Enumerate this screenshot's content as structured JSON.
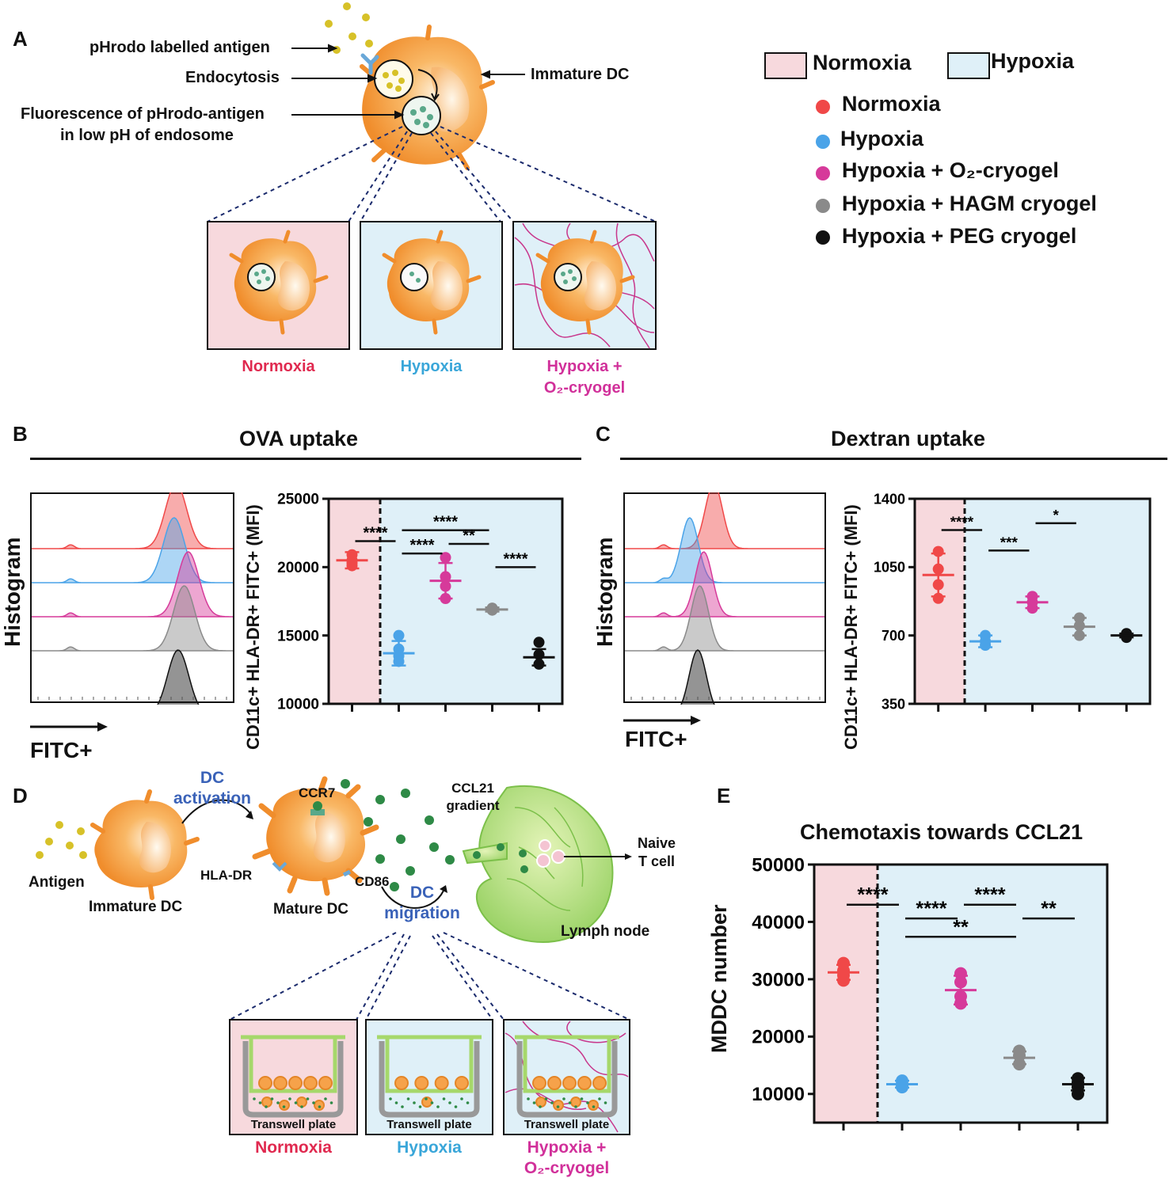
{
  "panels": {
    "A": "A",
    "B": "B",
    "C": "C",
    "D": "D",
    "E": "E"
  },
  "colors": {
    "normoxia": "#f04848",
    "hypoxia": "#4aa3e8",
    "o2_cryogel": "#d63a9a",
    "hagm": "#8a8a8a",
    "peg": "#111111",
    "normoxia_bg": "#f7d9dd",
    "hypoxia_bg": "#dff0f8",
    "cell_orange": "#f6a24a",
    "text_normoxia": "#e0294f",
    "text_hypoxia": "#39a6d9",
    "text_cryogel": "#d1309a",
    "text_blue": "#3a62b8"
  },
  "panelA": {
    "label_antigen": "pHrodo labelled antigen",
    "label_endocytosis": "Endocytosis",
    "label_fluorescence_1": "Fluorescence of pHrodo-antigen",
    "label_fluorescence_2": "in low pH of endosome",
    "label_immature": "Immature DC",
    "cond_normoxia": "Normoxia",
    "cond_hypoxia": "Hypoxia",
    "cond_cryogel_1": "Hypoxia +",
    "cond_cryogel_2": "O₂-cryogel"
  },
  "legend": {
    "bg_normoxia": "Normoxia",
    "bg_hypoxia": "Hypoxia",
    "items": [
      {
        "label": "Normoxia",
        "color": "#f04848"
      },
      {
        "label": "Hypoxia",
        "color": "#4aa3e8"
      },
      {
        "label": "Hypoxia + O₂-cryogel",
        "color": "#d63a9a"
      },
      {
        "label": "Hypoxia + HAGM cryogel",
        "color": "#8a8a8a"
      },
      {
        "label": "Hypoxia + PEG cryogel",
        "color": "#111111"
      }
    ]
  },
  "panelB": {
    "title": "OVA uptake",
    "hist_ylabel": "Histogram",
    "hist_xlabel": "FITC+"
  },
  "panelC": {
    "title": "Dextran uptake",
    "hist_ylabel": "Histogram",
    "hist_xlabel": "FITC+"
  },
  "panelD": {
    "dc_activation_1": "DC",
    "dc_activation_2": "activation",
    "ccr7": "CCR7",
    "ccl21_1": "CCL21",
    "ccl21_2": "gradient",
    "naive_1": "Naive",
    "naive_2": "T cell",
    "antigen": "Antigen",
    "immature": "Immature DC",
    "hla": "HLA-DR",
    "cd86": "CD86",
    "mature": "Mature DC",
    "migration_1": "DC",
    "migration_2": "migration",
    "lymph": "Lymph node",
    "transwell": "Transwell plate",
    "cond_normoxia": "Normoxia",
    "cond_hypoxia": "Hypoxia",
    "cond_cryogel_1": "Hypoxia +",
    "cond_cryogel_2": "O₂-cryogel"
  },
  "chart_data": [
    {
      "id": "B-scatter",
      "type": "scatter",
      "title": "OVA uptake",
      "ylabel": "CD11c+ HLA-DR+ FITC+ (MFI)",
      "ylim": [
        10000,
        25000
      ],
      "yticks": [
        "10000",
        "15000",
        "20000",
        "25000"
      ],
      "groups": [
        "Normoxia",
        "Hypoxia",
        "Hypoxia + O₂-cryogel",
        "Hypoxia + HAGM cryogel",
        "Hypoxia + PEG cryogel"
      ],
      "series": [
        {
          "color": "#f04848",
          "points": [
            20900,
            20500,
            20300,
            20100
          ],
          "mean": 20500,
          "sd": 600
        },
        {
          "color": "#4aa3e8",
          "points": [
            15000,
            14000,
            13500,
            13100
          ],
          "mean": 13700,
          "sd": 900
        },
        {
          "color": "#d63a9a",
          "points": [
            20700,
            19300,
            18600,
            17700
          ],
          "mean": 19000,
          "sd": 1300
        },
        {
          "color": "#8a8a8a",
          "points": [
            17000,
            16900,
            16850
          ],
          "mean": 16900,
          "sd": 150
        },
        {
          "color": "#111111",
          "points": [
            14500,
            13600,
            12900
          ],
          "mean": 13400,
          "sd": 600
        }
      ],
      "significance": [
        {
          "from": 0,
          "to": 1,
          "label": "****",
          "value": 21900
        },
        {
          "from": 1,
          "to": 3,
          "label": "****",
          "value": 22700
        },
        {
          "from": 1,
          "to": 2,
          "label": "****",
          "value": 21000
        },
        {
          "from": 2,
          "to": 3,
          "label": "**",
          "value": 21700
        },
        {
          "from": 3,
          "to": 4,
          "label": "****",
          "value": 20000
        }
      ]
    },
    {
      "id": "C-scatter",
      "type": "scatter",
      "title": "Dextran uptake",
      "ylabel": "CD11c+ HLA-DR+ FITC+ (MFI)",
      "ylim": [
        350,
        1400
      ],
      "yticks": [
        "350",
        "700",
        "1050",
        "1400"
      ],
      "groups": [
        "Normoxia",
        "Hypoxia",
        "Hypoxia + O₂-cryogel",
        "Hypoxia + HAGM cryogel",
        "Hypoxia + PEG cryogel"
      ],
      "series": [
        {
          "color": "#f04848",
          "points": [
            1130,
            1040,
            960,
            890
          ],
          "mean": 1010,
          "sd": 110
        },
        {
          "color": "#4aa3e8",
          "points": [
            700,
            670,
            650
          ],
          "mean": 670,
          "sd": 30
        },
        {
          "color": "#d63a9a",
          "points": [
            900,
            870,
            840
          ],
          "mean": 870,
          "sd": 30
        },
        {
          "color": "#8a8a8a",
          "points": [
            790,
            750,
            700
          ],
          "mean": 745,
          "sd": 45
        },
        {
          "color": "#111111",
          "points": [
            710,
            700,
            690
          ],
          "mean": 700,
          "sd": 10
        }
      ],
      "significance": [
        {
          "from": 0,
          "to": 1,
          "label": "****",
          "value": 1240
        },
        {
          "from": 1,
          "to": 2,
          "label": "***",
          "value": 1135
        },
        {
          "from": 2,
          "to": 3,
          "label": "*",
          "value": 1275
        }
      ]
    },
    {
      "id": "E-scatter",
      "type": "scatter",
      "title": "Chemotaxis towards CCL21",
      "ylabel": "MDDC number",
      "ylim": [
        5000,
        50000
      ],
      "yticks": [
        "10000",
        "20000",
        "30000",
        "40000",
        "50000"
      ],
      "groups": [
        "Normoxia",
        "Hypoxia",
        "Hypoxia + O₂-cryogel",
        "Hypoxia + HAGM cryogel",
        "Hypoxia + PEG cryogel"
      ],
      "series": [
        {
          "color": "#f04848",
          "points": [
            32800,
            31500,
            30700,
            29800
          ],
          "mean": 31200,
          "sd": 1300
        },
        {
          "color": "#4aa3e8",
          "points": [
            12300,
            11700,
            11200
          ],
          "mean": 11700,
          "sd": 600
        },
        {
          "color": "#d63a9a",
          "points": [
            31000,
            29500,
            27000,
            25800
          ],
          "mean": 28100,
          "sd": 2500
        },
        {
          "color": "#8a8a8a",
          "points": [
            17500,
            16700,
            15200
          ],
          "mean": 16300,
          "sd": 1100
        },
        {
          "color": "#111111",
          "points": [
            12700,
            12000,
            11200,
            10000
          ],
          "mean": 11700,
          "sd": 1100
        }
      ],
      "significance": [
        {
          "from": 0,
          "to": 1,
          "label": "****",
          "value": 43000
        },
        {
          "from": 1,
          "to": 2,
          "label": "****",
          "value": 40600
        },
        {
          "from": 2,
          "to": 3,
          "label": "****",
          "value": 43000
        },
        {
          "from": 3,
          "to": 4,
          "label": "**",
          "value": 40600
        },
        {
          "from": 1,
          "to": 3,
          "label": "**",
          "value": 37400
        }
      ]
    },
    {
      "id": "B-hist",
      "type": "area",
      "note_series": [
        {
          "color": "#f04848",
          "peak": 0.72
        },
        {
          "color": "#4aa3e8",
          "peak": 0.71
        },
        {
          "color": "#d63a9a",
          "peak": 0.78
        },
        {
          "color": "#8a8a8a",
          "peak": 0.76
        },
        {
          "color": "#111111",
          "peak": 0.73
        }
      ]
    },
    {
      "id": "C-hist",
      "type": "area",
      "note_series": [
        {
          "color": "#f04848",
          "peak": 0.45
        },
        {
          "color": "#4aa3e8",
          "peak": 0.33
        },
        {
          "color": "#d63a9a",
          "peak": 0.4
        },
        {
          "color": "#8a8a8a",
          "peak": 0.38
        },
        {
          "color": "#111111",
          "peak": 0.37
        }
      ]
    }
  ]
}
